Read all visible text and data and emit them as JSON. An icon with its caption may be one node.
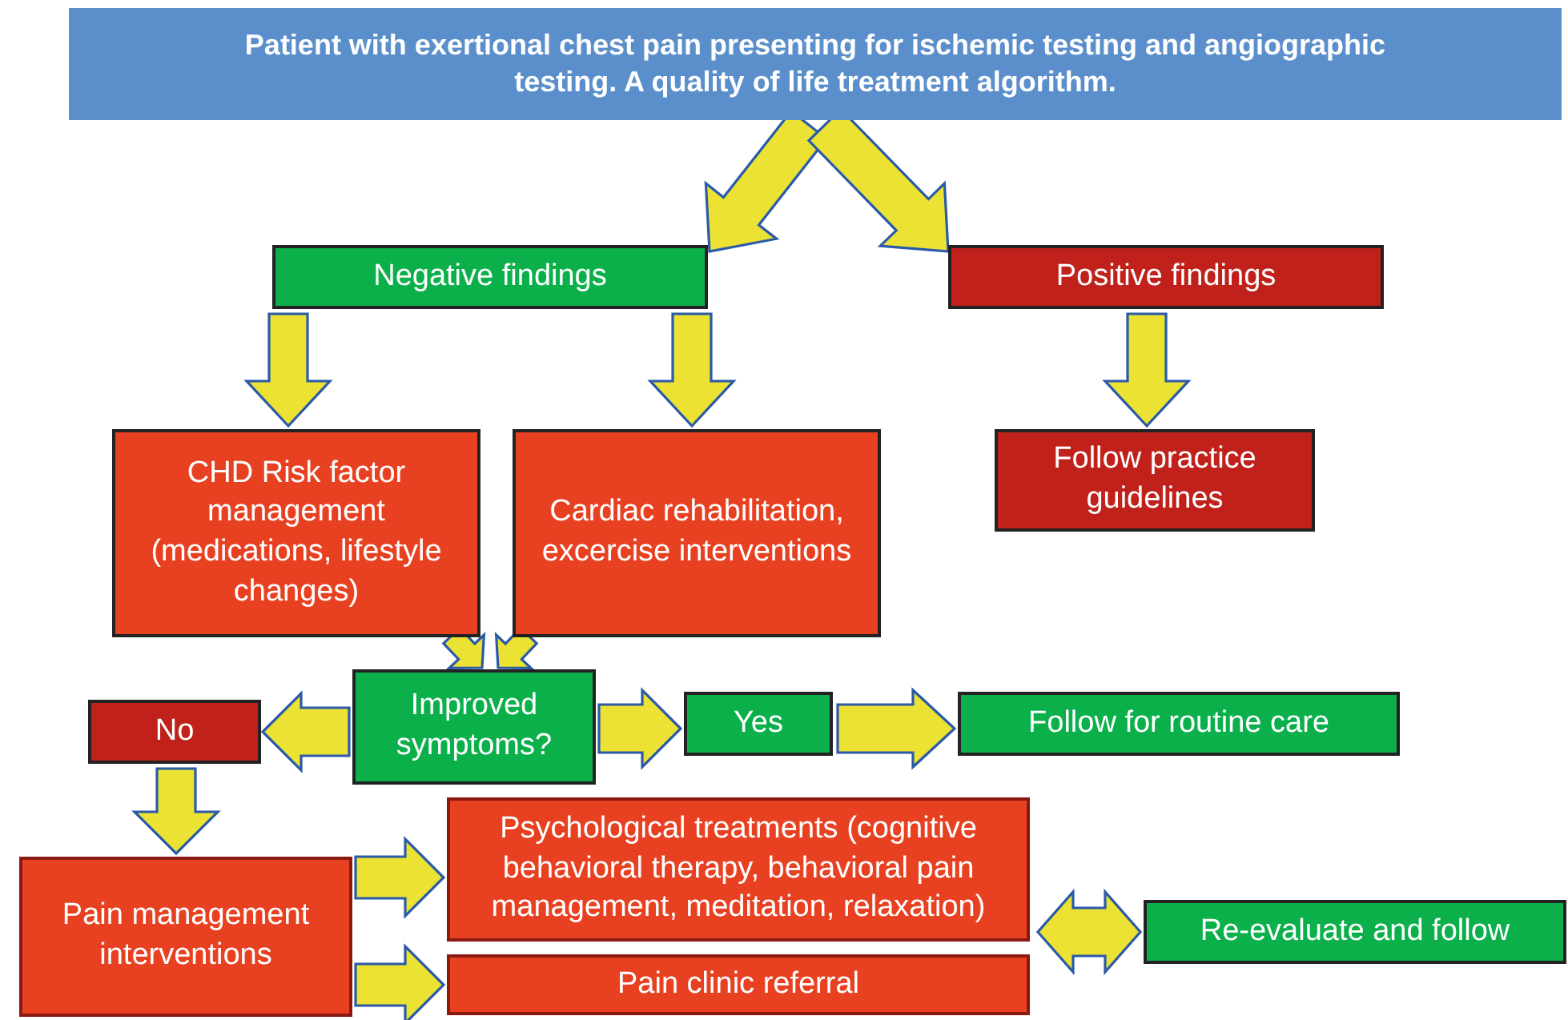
{
  "diagram": {
    "nodes": [
      {
        "text": [
          "Patient with exertional chest pain presenting for ischemic testing and angiographic testing. A quality of life treatment algorithm."
        ]
      },
      {
        "text": [
          "Negative findings"
        ]
      },
      {
        "text": [
          "Positive findings"
        ]
      },
      {
        "text": [
          "CHD Risk factor management (medications, lifestyle changes)"
        ]
      },
      {
        "text": [
          "Cardiac rehabilitation, excercise interventions"
        ]
      },
      {
        "text": [
          "Follow practice guidelines"
        ]
      },
      {
        "text": [
          "Improved symptoms?"
        ]
      },
      {
        "text": [
          "No"
        ]
      },
      {
        "text": [
          "Yes"
        ]
      },
      {
        "text": [
          "Follow for routine care"
        ]
      },
      {
        "text": [
          "Pain management interventions"
        ]
      },
      {
        "text": [
          "Psychological treatments (cognitive behavioral therapy, behavioral pain management, meditation, relaxation)"
        ]
      },
      {
        "text": [
          "Pain clinic referral"
        ]
      },
      {
        "text": [
          "Re-evaluate and follow"
        ]
      }
    ],
    "edges": [
      {
        "from": 0,
        "to": 1,
        "arrow": "to"
      },
      {
        "from": 0,
        "to": 2,
        "arrow": "to"
      },
      {
        "from": 1,
        "to": 3,
        "arrow": "to"
      },
      {
        "from": 1,
        "to": 4,
        "arrow": "to"
      },
      {
        "from": 2,
        "to": 5,
        "arrow": "to"
      },
      {
        "from": 3,
        "to": 6,
        "arrow": "to"
      },
      {
        "from": 4,
        "to": 6,
        "arrow": "to"
      },
      {
        "from": 6,
        "to": 7,
        "arrow": "to"
      },
      {
        "from": 6,
        "to": 8,
        "arrow": "to"
      },
      {
        "from": 8,
        "to": 9,
        "arrow": "to"
      },
      {
        "from": 7,
        "to": 10,
        "arrow": "to"
      },
      {
        "from": 10,
        "to": 11,
        "arrow": "to"
      },
      {
        "from": 10,
        "to": 12,
        "arrow": "to"
      },
      {
        "from": 11,
        "to": 13,
        "arrow": "both"
      }
    ]
  }
}
